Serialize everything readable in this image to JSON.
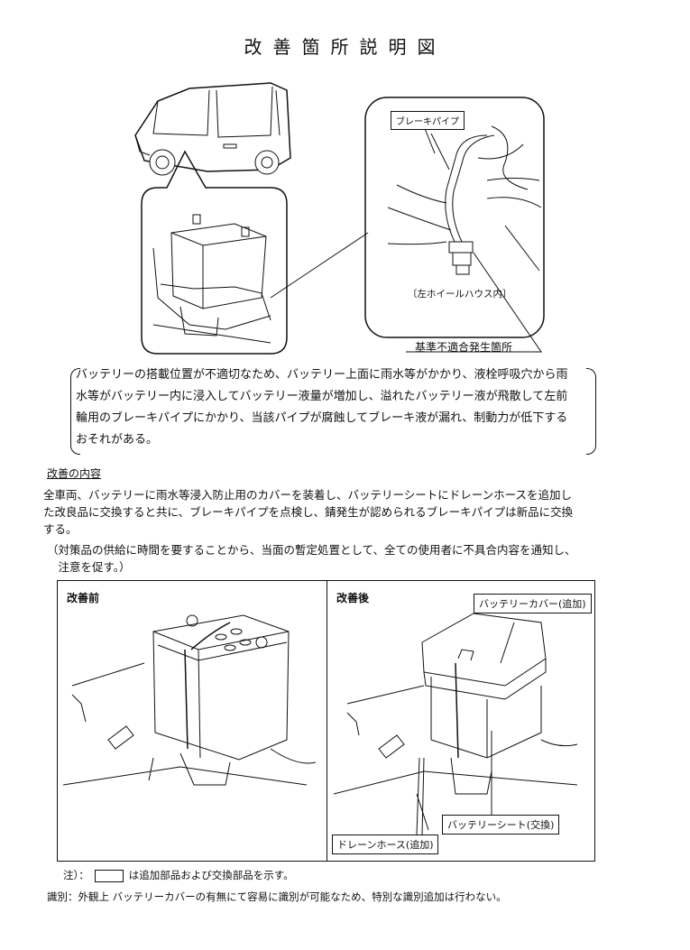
{
  "title": "改善箇所説明図",
  "labels": {
    "brake_pipe": "ブレーキパイプ",
    "left_wheel_house": "〔左ホイールハウス内〕",
    "nonconformity_location": "基準不適合発生箇所"
  },
  "description": [
    "バッテリーの搭載位置が不適切なため、バッテリー上面に雨水等がかかり、液栓呼吸穴から雨",
    "水等がバッテリー内に浸入してバッテリー液量が増加し、溢れたバッテリー液が飛散して左前",
    "輪用のブレーキパイプにかかり、当該パイプが腐蝕してブレーキ液が漏れ、制動力が低下する",
    "おそれがある。"
  ],
  "improvement": {
    "heading": "改善の内容",
    "body": [
      "全車両、バッテリーに雨水等浸入防止用のカバーを装着し、バッテリーシートにドレーンホースを追加し",
      "た改良品に交換すると共に、ブレーキパイプを点検し、錆発生が認められるブレーキパイプは新品に交換",
      "する。"
    ],
    "note": [
      "（対策品の供給に時間を要することから、当面の暫定処置として、全ての使用者に不具合内容を通知し、",
      "　注意を促す。）"
    ]
  },
  "panels": {
    "before": {
      "title": "改善前"
    },
    "after": {
      "title": "改善後",
      "battery_cover": "バッテリーカバー(追加)",
      "battery_sheet": "バッテリーシート(交換)",
      "drain_hose": "ドレーンホース(追加)"
    }
  },
  "footer": {
    "note_prefix": "注）：",
    "note_suffix": "は追加部品および交換部品を示す。",
    "identification": "識別：外観上 バッテリーカバーの有無にて容易に識別が可能なため、特別な識別追加は行わない。"
  }
}
